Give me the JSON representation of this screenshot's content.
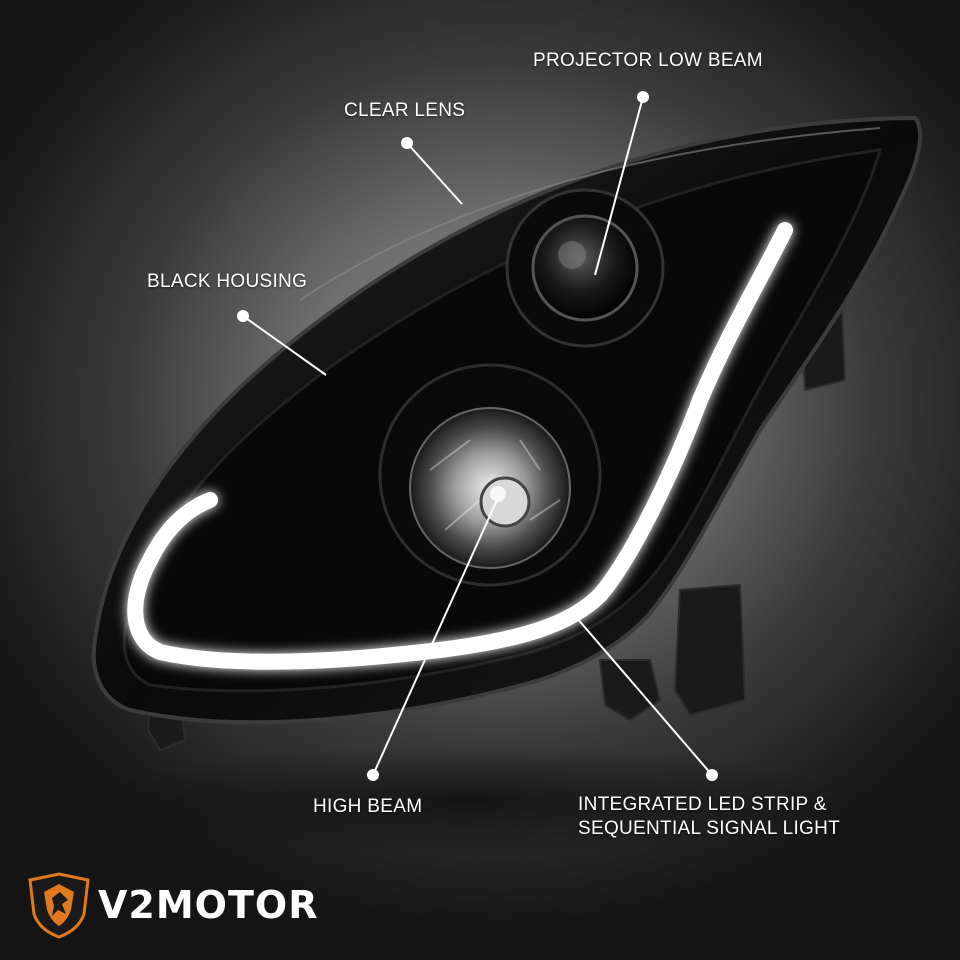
{
  "callouts": {
    "projector_low_beam": "PROJECTOR LOW BEAM",
    "clear_lens": "CLEAR LENS",
    "black_housing": "BLACK HOUSING",
    "high_beam": "HIGH BEAM",
    "led_strip_line1": "INTEGRATED LED STRIP &",
    "led_strip_line2": "SEQUENTIAL SIGNAL LIGHT"
  },
  "brand": {
    "name": "V2MOTOR",
    "logo_icon": "griffin-shield-icon"
  },
  "colors": {
    "background": "#7a7a7a",
    "housing": "#0c0c0c",
    "led": "#ffffff",
    "logo_accent": "#e07a1c"
  }
}
